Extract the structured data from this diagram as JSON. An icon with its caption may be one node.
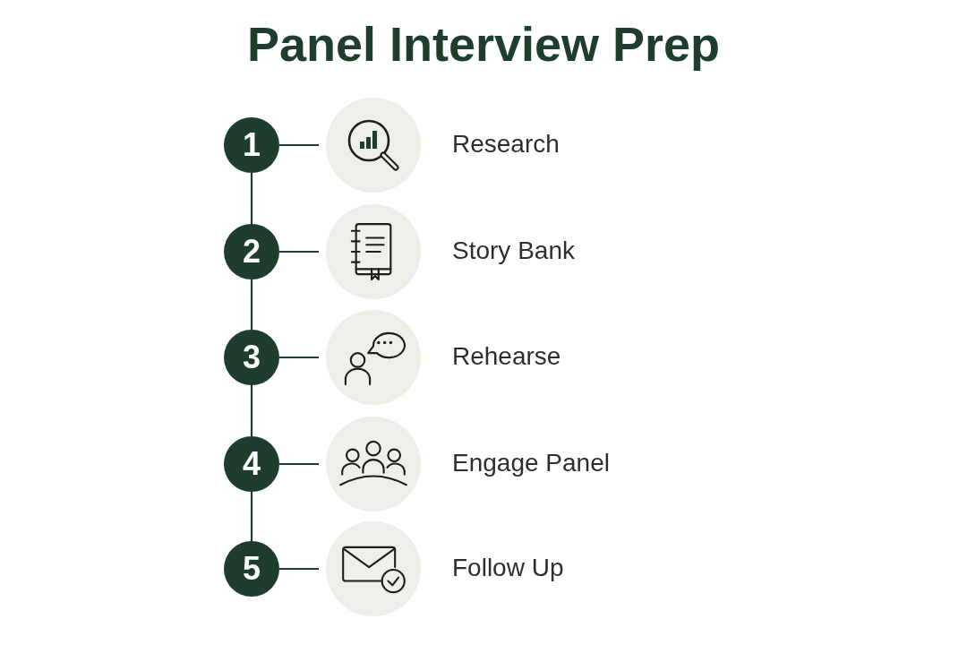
{
  "diagram": {
    "title": "Panel Interview Prep",
    "nodes": [
      {
        "text": [
          "1"
        ]
      },
      {
        "text": [],
        "shape": "circle",
        "beside": [
          "Research"
        ]
      },
      {
        "text": [
          "2"
        ]
      },
      {
        "text": [],
        "shape": "circle",
        "beside": [
          "Story Bank"
        ]
      },
      {
        "text": [
          "3"
        ]
      },
      {
        "text": [],
        "shape": "circle",
        "beside": [
          "Rehearse"
        ]
      },
      {
        "text": [
          "4"
        ]
      },
      {
        "text": [],
        "shape": "circle",
        "beside": [
          "Engage Panel"
        ]
      },
      {
        "text": [
          "5"
        ]
      },
      {
        "text": [],
        "shape": "circle",
        "beside": [
          "Follow Up"
        ]
      }
    ],
    "edges": [
      {
        "from": 0,
        "to": 1,
        "arrow": "none"
      },
      {
        "from": 2,
        "to": 3,
        "arrow": "none"
      },
      {
        "from": 4,
        "to": 5,
        "arrow": "none"
      },
      {
        "from": 6,
        "to": 7,
        "arrow": "none"
      },
      {
        "from": 8,
        "to": 9,
        "arrow": "none"
      },
      {
        "from": 0,
        "to": 2,
        "arrow": "none"
      },
      {
        "from": 2,
        "to": 4,
        "arrow": "none"
      },
      {
        "from": 4,
        "to": 6,
        "arrow": "none"
      },
      {
        "from": 6,
        "to": 8,
        "arrow": "none"
      }
    ]
  }
}
